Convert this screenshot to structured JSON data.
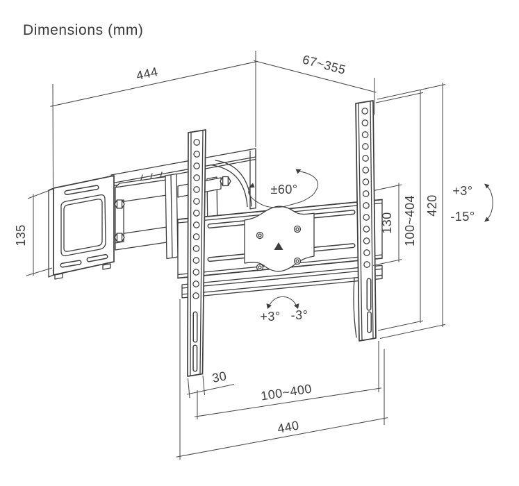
{
  "title": "Dimensions (mm)",
  "colors": {
    "background": "#ffffff",
    "line": "#3d3d3d",
    "text": "#3e3e3e"
  },
  "dimensions": {
    "top_width": "444",
    "arm_extension": "67~355",
    "right_height": "420",
    "vesa_vertical": "100~404",
    "vesa_hole_spacing": "130",
    "wall_plate_height": "135",
    "rail_width": "30",
    "vesa_horizontal": "100~400",
    "crossbar_width": "440"
  },
  "angles": {
    "swivel": "±60°",
    "tilt_up": "+3°",
    "tilt_down": "-15°",
    "level_left": "+3°",
    "level_right": "-3°"
  }
}
